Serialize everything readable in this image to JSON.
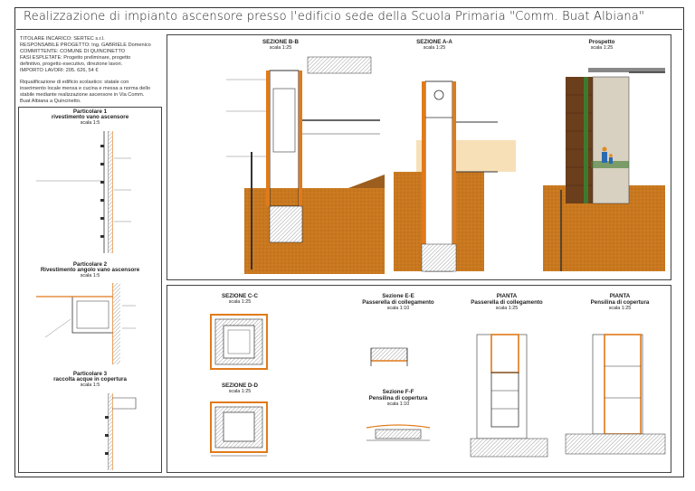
{
  "title": "Realizzazione di impianto ascensore presso l'edificio sede della Scuola Primaria \"Comm. Buat Albiana\"",
  "info": {
    "lines": [
      "TITOLARE INCARICO: SERTEC s.r.l.",
      "RESPONSABILE PROGETTO: Ing. GABRIELE Domenico",
      "COMMITTENTE: COMUNE DI QUINCINETTO",
      "FASI ESPLETATE: Progetto preliminare, progetto",
      "definitivo, progetto esecutivo, direzione lavori.",
      "IMPORTO LAVORI: 205. 626, 54 €"
    ],
    "description": [
      "Riqualificazione di edificio scolastico: statale con",
      "inserimento locale mensa e cucina e messa a norma dello",
      "stabile mediante realizzazione ascensore in Via Comm.",
      "Buat Albiana a Quincinetto."
    ]
  },
  "details": [
    {
      "title": "Particolare 1",
      "subtitle": "rivestimento vano ascensore",
      "scale": "scala 1:5"
    },
    {
      "title": "Particolare 2",
      "subtitle": "Rivestimento angolo vano ascensore",
      "scale": "scala 1:5"
    },
    {
      "title": "Particolare 3",
      "subtitle": "raccolta acque in copertura",
      "scale": "scala 1:5"
    }
  ],
  "sections_top": [
    {
      "title": "SEZIONE B-B",
      "scale": "scala 1:25"
    },
    {
      "title": "SEZIONE A-A",
      "scale": "scala 1:25"
    },
    {
      "title": "Prospetto",
      "scale": "scala 1:25"
    }
  ],
  "sections_bottom": [
    {
      "title": "SEZIONE C-C",
      "scale": "scala 1:25"
    },
    {
      "title": "SEZIONE D-D",
      "scale": "scala 1:25"
    },
    {
      "title": "Sezione E-E",
      "subtitle": "Passerella di collegamento",
      "scale": "scala 1:10"
    },
    {
      "title": "Sezione F-F",
      "subtitle": "Pensilina di copertura",
      "scale": "scala 1:10"
    },
    {
      "title": "PIANTA",
      "subtitle": "Passerella di collegamento",
      "scale": "scala 1:25"
    },
    {
      "title": "PIANTA",
      "subtitle": "Pensilina di copertura",
      "scale": "scala 1:25"
    }
  ],
  "colors": {
    "soil": "#c9781e",
    "orange_line": "#e07a1a",
    "wood": "#6b3e1c",
    "green": "#3e7a2e",
    "ink": "#333333"
  }
}
